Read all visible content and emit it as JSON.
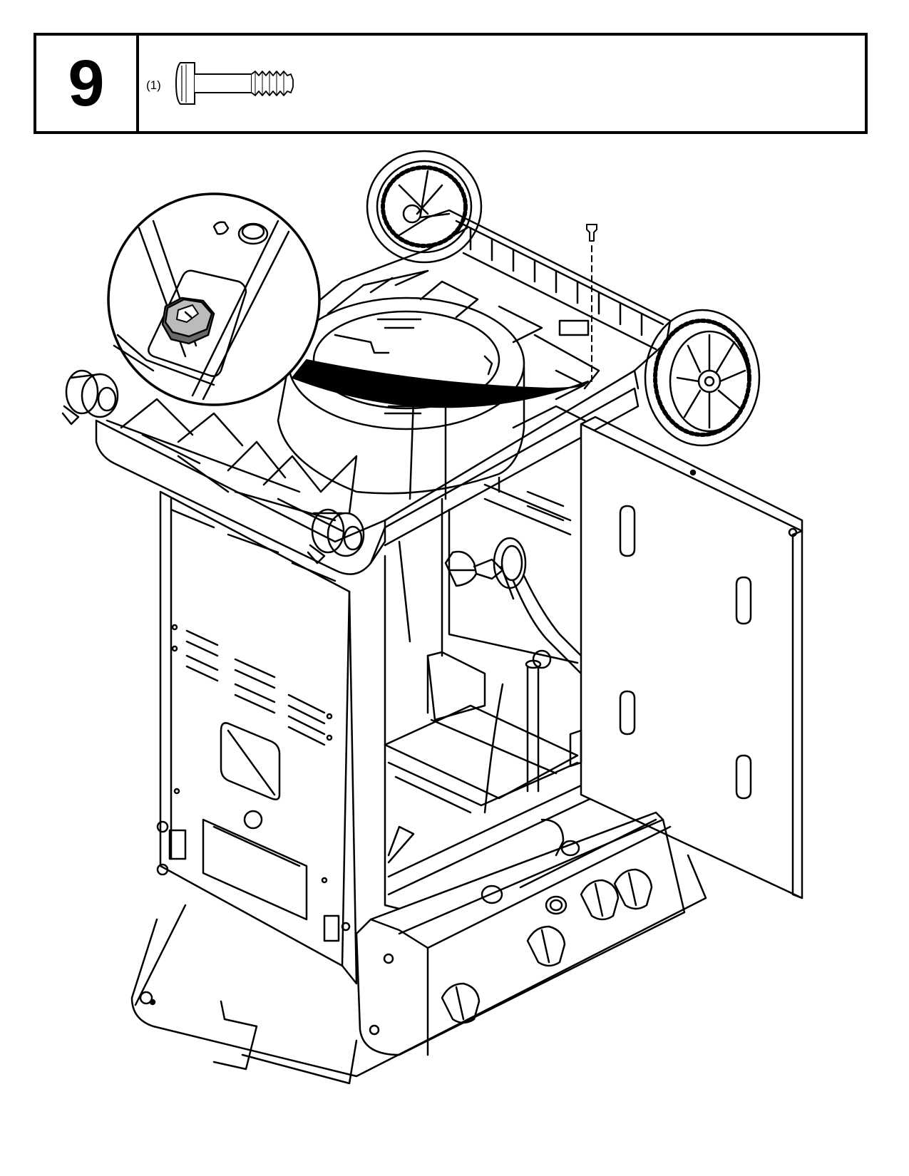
{
  "step": {
    "number": "9"
  },
  "parts": [
    {
      "quantity": "(1)",
      "icon": "bolt-icon"
    }
  ],
  "illustration": {
    "icon": "grill-cart-assembly-drawing",
    "detail_icon": "hex-nut-detail-zoom"
  }
}
